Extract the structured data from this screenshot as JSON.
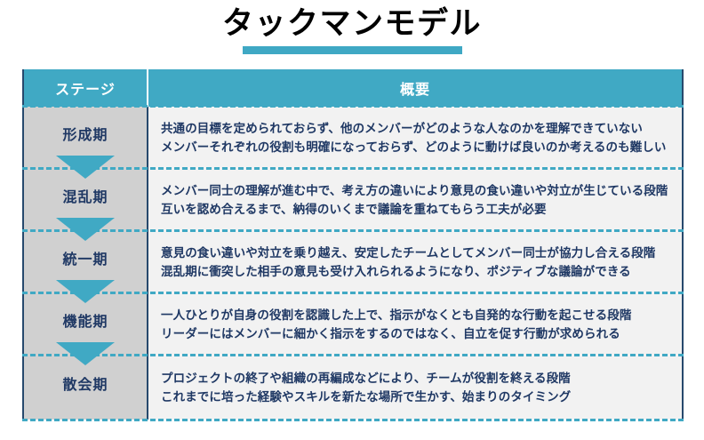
{
  "title": {
    "text": "タックマンモデル",
    "rule_color": "#3FA8C4"
  },
  "table": {
    "header": {
      "stage_label": "ステージ",
      "description_label": "概要"
    },
    "colors": {
      "header_bg": "#40A9C4",
      "stage_bg": "#D0D0D0",
      "description_bg": "#F2F2F2",
      "text_navy": "#1F3864",
      "border_navy": "#27496D",
      "accent_teal": "#40A9C4"
    },
    "rows": [
      {
        "stage": "形成期",
        "lines": [
          "共通の目標を定められておらず、他のメンバーがどのような人なのかを理解できていない",
          "メンバーそれぞれの役割も明確になっておらず、どのように動けば良いのか考えるのも難しい"
        ],
        "has_arrow": true
      },
      {
        "stage": "混乱期",
        "lines": [
          "メンバー同士の理解が進む中で、考え方の違いにより意見の食い違いや対立が生じている段階",
          "互いを認め合えるまで、納得のいくまで議論を重ねてもらう工夫が必要"
        ],
        "has_arrow": true
      },
      {
        "stage": "統一期",
        "lines": [
          "意見の食い違いや対立を乗り越え、安定したチームとしてメンバー同士が協力し合える段階",
          "混乱期に衝突した相手の意見も受け入れられるようになり、ポジティブな議論ができる"
        ],
        "has_arrow": true
      },
      {
        "stage": "機能期",
        "lines": [
          "一人ひとりが自身の役割を認識した上で、指示がなくとも自発的な行動を起こせる段階",
          "リーダーにはメンバーに細かく指示をするのではなく、自立を促す行動が求められる"
        ],
        "has_arrow": true
      },
      {
        "stage": "散会期",
        "lines": [
          "プロジェクトの終了や組織の再編成などにより、チームが役割を終える段階",
          "これまでに培った経験やスキルを新たな場所で生かす、始まりのタイミング"
        ],
        "has_arrow": false
      }
    ]
  }
}
